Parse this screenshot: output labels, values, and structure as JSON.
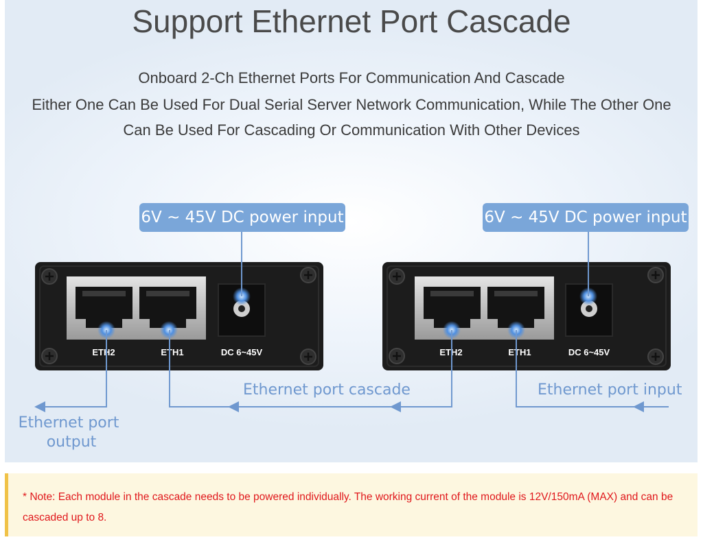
{
  "header": {
    "title": "Support Ethernet Port Cascade",
    "subtitle_line1": "Onboard 2-Ch Ethernet Ports For Communication And Cascade",
    "subtitle_line2": "Either One Can Be Used For Dual Serial Server Network Communication, While The Other One",
    "subtitle_line3": "Can Be Used For Cascading Or Communication With Other Devices"
  },
  "diagram": {
    "left_module": {
      "power_callout": "6V ~ 45V DC power input",
      "port_eth2_label": "ETH2",
      "port_eth1_label": "ETH1",
      "dc_label": "DC 6~45V"
    },
    "right_module": {
      "power_callout": "6V ~ 45V DC power input",
      "port_eth2_label": "ETH2",
      "port_eth1_label": "ETH1",
      "dc_label": "DC 6~45V"
    },
    "label_output_line1": "Ethernet port",
    "label_output_line2": "output",
    "label_cascade": "Ethernet port cascade",
    "label_input": "Ethernet port input",
    "colors": {
      "accent": "#7aa6d9",
      "line": "#6f98cf",
      "device": "#1c1c1c"
    }
  },
  "note": {
    "text": "* Note: Each module in the cascade needs to be powered individually. The working current of the module is 12V/150mA (MAX) and can be cascaded up to 8."
  }
}
